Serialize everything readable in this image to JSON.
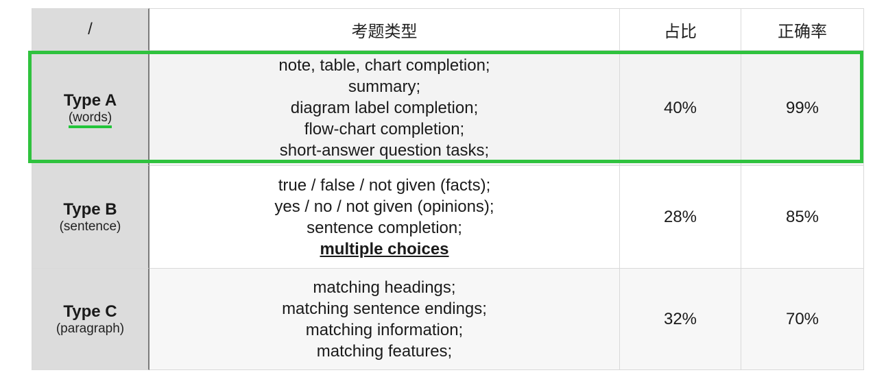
{
  "header": {
    "col1": "/",
    "col2": "考题类型",
    "col3": "占比",
    "col4": "正确率"
  },
  "rows": [
    {
      "type": "Type A",
      "sub": "(words)",
      "tasks": [
        "note, table, chart completion;",
        "summary;",
        "diagram label completion;",
        "flow-chart completion;",
        "short-answer question tasks;"
      ],
      "share": "40%",
      "accuracy": "99%"
    },
    {
      "type": "Type B",
      "sub": "(sentence)",
      "tasks": [
        "true / false / not given (facts);",
        "yes / no / not given (opinions);",
        "sentence completion;",
        "multiple choices"
      ],
      "share": "28%",
      "accuracy": "85%"
    },
    {
      "type": "Type C",
      "sub": "(paragraph)",
      "tasks": [
        "matching headings;",
        "matching sentence endings;",
        "matching information;",
        "matching features;"
      ],
      "share": "32%",
      "accuracy": "70%"
    }
  ],
  "colors": {
    "highlight": "#2fc23e",
    "first_column_bg": "#dcdcdc"
  }
}
